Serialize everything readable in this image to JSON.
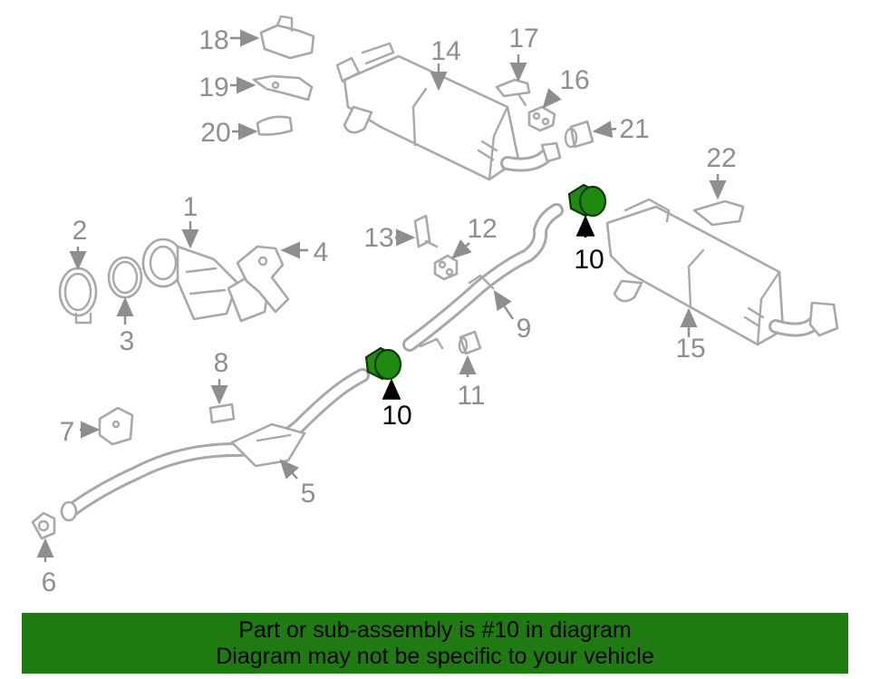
{
  "labels": {
    "l1": "1",
    "l2": "2",
    "l3": "3",
    "l4": "4",
    "l5": "5",
    "l6": "6",
    "l7": "7",
    "l8": "8",
    "l9": "9",
    "l10a": "10",
    "l10b": "10",
    "l11": "11",
    "l12": "12",
    "l13": "13",
    "l14": "14",
    "l15": "15",
    "l16": "16",
    "l17": "17",
    "l18": "18",
    "l19": "19",
    "l20": "20",
    "l21": "21",
    "l22": "22"
  },
  "banner": {
    "line1": "Part or sub-assembly is #10 in diagram",
    "line2": "Diagram may not be specific to your vehicle"
  },
  "colors": {
    "highlight": "#1f8a10",
    "banner_bg": "#1f7a12",
    "part_stroke": "#a8a8a8"
  }
}
